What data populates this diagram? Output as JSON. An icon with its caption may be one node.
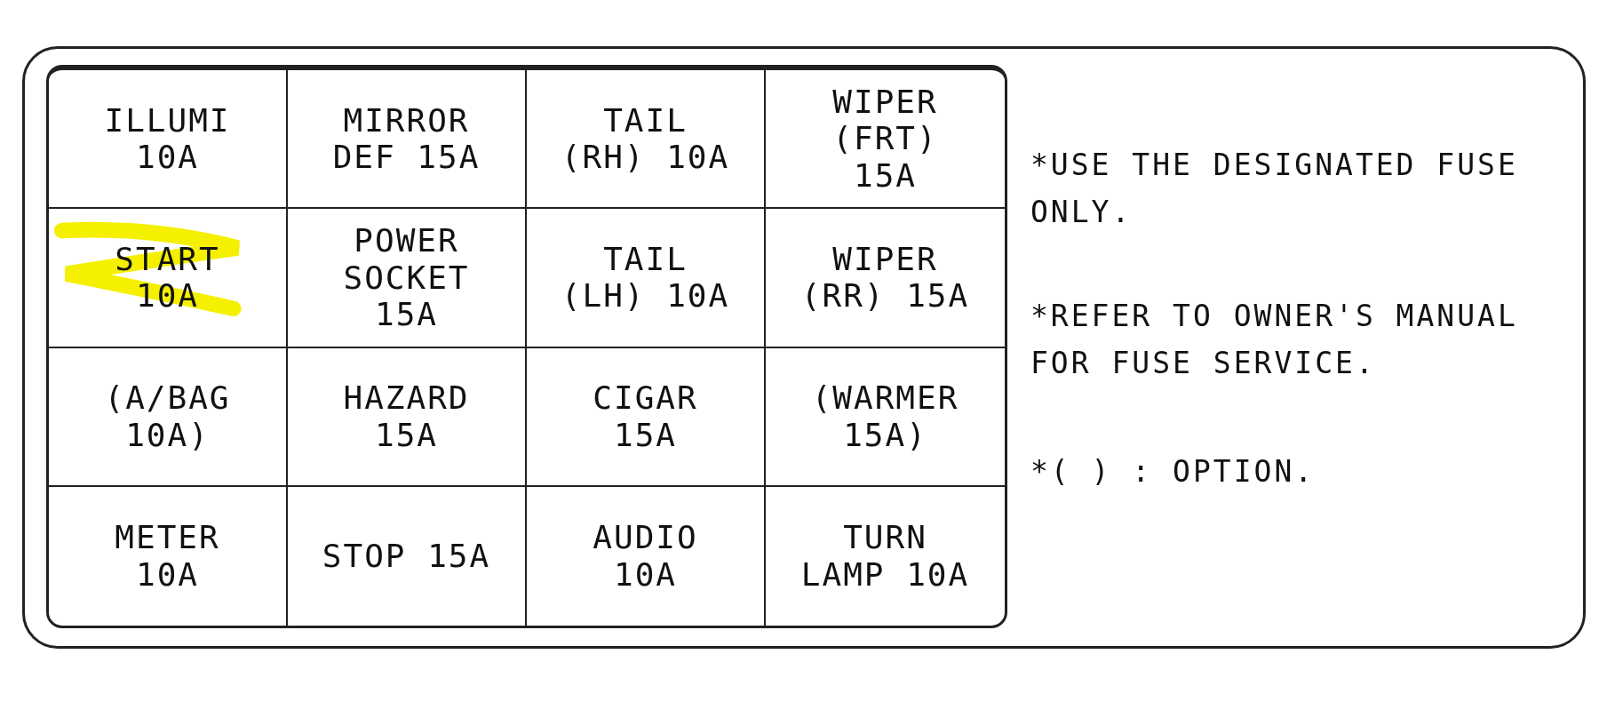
{
  "diagram": {
    "labels": [
      "ILLUMI 10A",
      "MIRROR DEF 15A",
      "TAIL (RH) 10A",
      "WIPER (FRT) 15A",
      "START 10A",
      "POWER SOCKET 15A",
      "TAIL (LH) 10A",
      "WIPER (RR) 15A",
      "(A/BAG 10A)",
      "HAZARD 15A",
      "CIGAR 15A",
      "(WARMER 15A)",
      "METER 10A",
      "STOP 15A",
      "AUDIO 10A",
      "TURN LAMP 10A",
      "*USE THE DESIGNATED FUSE ONLY.",
      "*REFER TO OWNER'S MANUAL FOR FUSE SERVICE.",
      "*( ) : OPTION."
    ]
  }
}
